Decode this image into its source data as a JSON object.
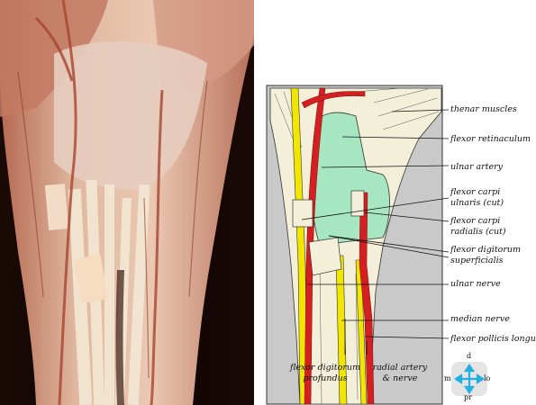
{
  "labels": {
    "thenar_muscles": "thenar muscles",
    "flexor_retinaculum": "flexor retinaculum",
    "ulnar_artery": "ulnar artery",
    "flexor_carpi_ulnaris_1": "flexor carpi",
    "flexor_carpi_ulnaris_2": "ulnaris (cut)",
    "flexor_carpi_radialis_1": "flexor carpi",
    "flexor_carpi_radialis_2": "radialis (cut)",
    "flexor_digitorum_superficialis_1": "flexor digitorum",
    "flexor_digitorum_superficialis_2": "superficialis",
    "ulnar_nerve": "ulnar nerve",
    "median_nerve": "median nerve",
    "flexor_pollicis_longus": "flexor pollicis longus",
    "flexor_digitorum_profundus_1": "flexor digitorum",
    "flexor_digitorum_profundus_2": "profundus",
    "radial_artery_nerve_1": "radial artery",
    "radial_artery_nerve_2": "& nerve"
  },
  "compass": {
    "top": "d",
    "bottom": "pr",
    "left": "m",
    "right": "lo"
  },
  "colors": {
    "artery": "#d42020",
    "nerve": "#f2e600",
    "retinaculum": "#a6e6c0",
    "background_gray": "#c8c8c8",
    "tissue": "#f4efd8"
  }
}
